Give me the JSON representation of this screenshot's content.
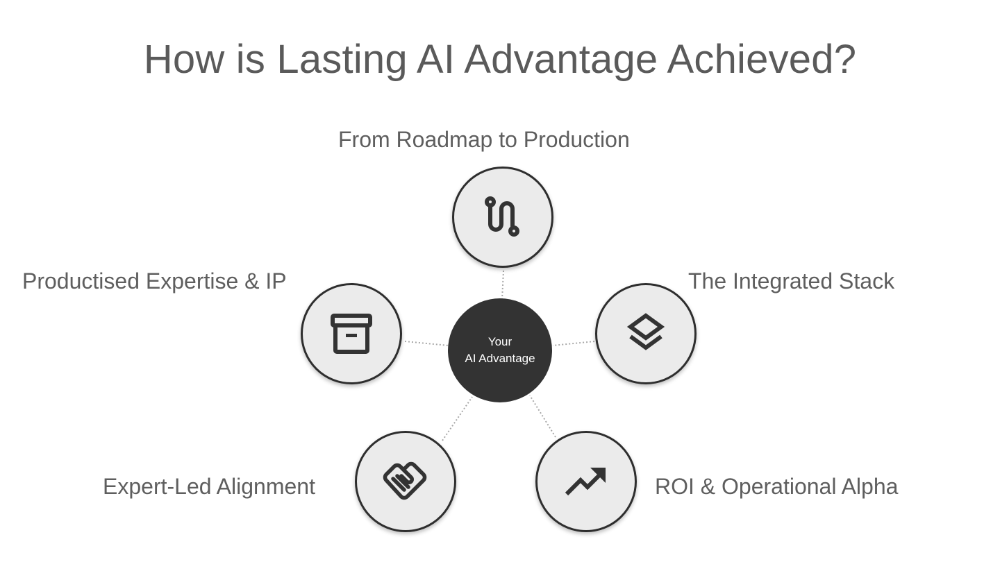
{
  "title": "How is Lasting AI Advantage Achieved?",
  "center": {
    "line1": "Your",
    "line2": "AI Advantage",
    "color": "#333333"
  },
  "nodes": [
    {
      "id": "top",
      "label": "From Roadmap to Production",
      "icon": "route-icon"
    },
    {
      "id": "left",
      "label": "Productised Expertise & IP",
      "icon": "archive-box-icon"
    },
    {
      "id": "right",
      "label": "The Integrated Stack",
      "icon": "layers-icon"
    },
    {
      "id": "bottom-left",
      "label": "Expert-Led Alignment",
      "icon": "handshake-icon"
    },
    {
      "id": "bottom-right",
      "label": "ROI & Operational Alpha",
      "icon": "trending-up-icon"
    }
  ],
  "colors": {
    "node_fill": "#ebebeb",
    "node_border": "#2e2e2e",
    "text": "#5e5e5e",
    "connector": "#aaaaaa"
  }
}
